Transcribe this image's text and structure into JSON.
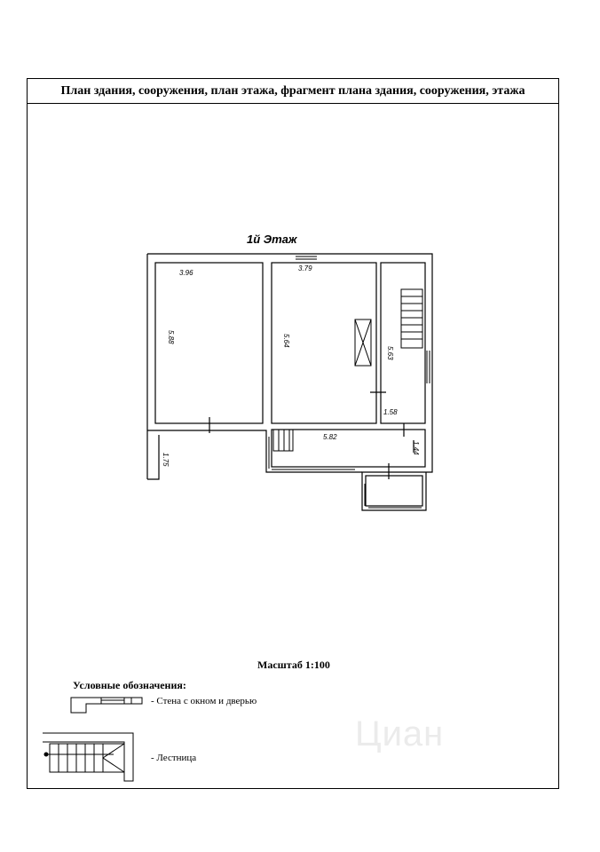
{
  "header": {
    "title": "План здания, сооружения, план этажа, фрагмент плана здания, сооружения, этажа"
  },
  "plan": {
    "floor_label": "1й Этаж",
    "dimensions": {
      "room1_width": "3.96",
      "room1_length": "5.88",
      "room2_width": "3.79",
      "room2_length": "5.64",
      "stair_length": "5.63",
      "stair_width": "1.58",
      "hall_length": "5.82",
      "hall_width": "1.44",
      "porch_length": "1.75"
    }
  },
  "scale": {
    "label": "Масштаб 1:100"
  },
  "legend": {
    "title": "Условные обозначения:",
    "wall_label": "- Стена с окном и дверью",
    "stair_label": "- Лестница"
  },
  "watermark": {
    "text": "Циан"
  }
}
